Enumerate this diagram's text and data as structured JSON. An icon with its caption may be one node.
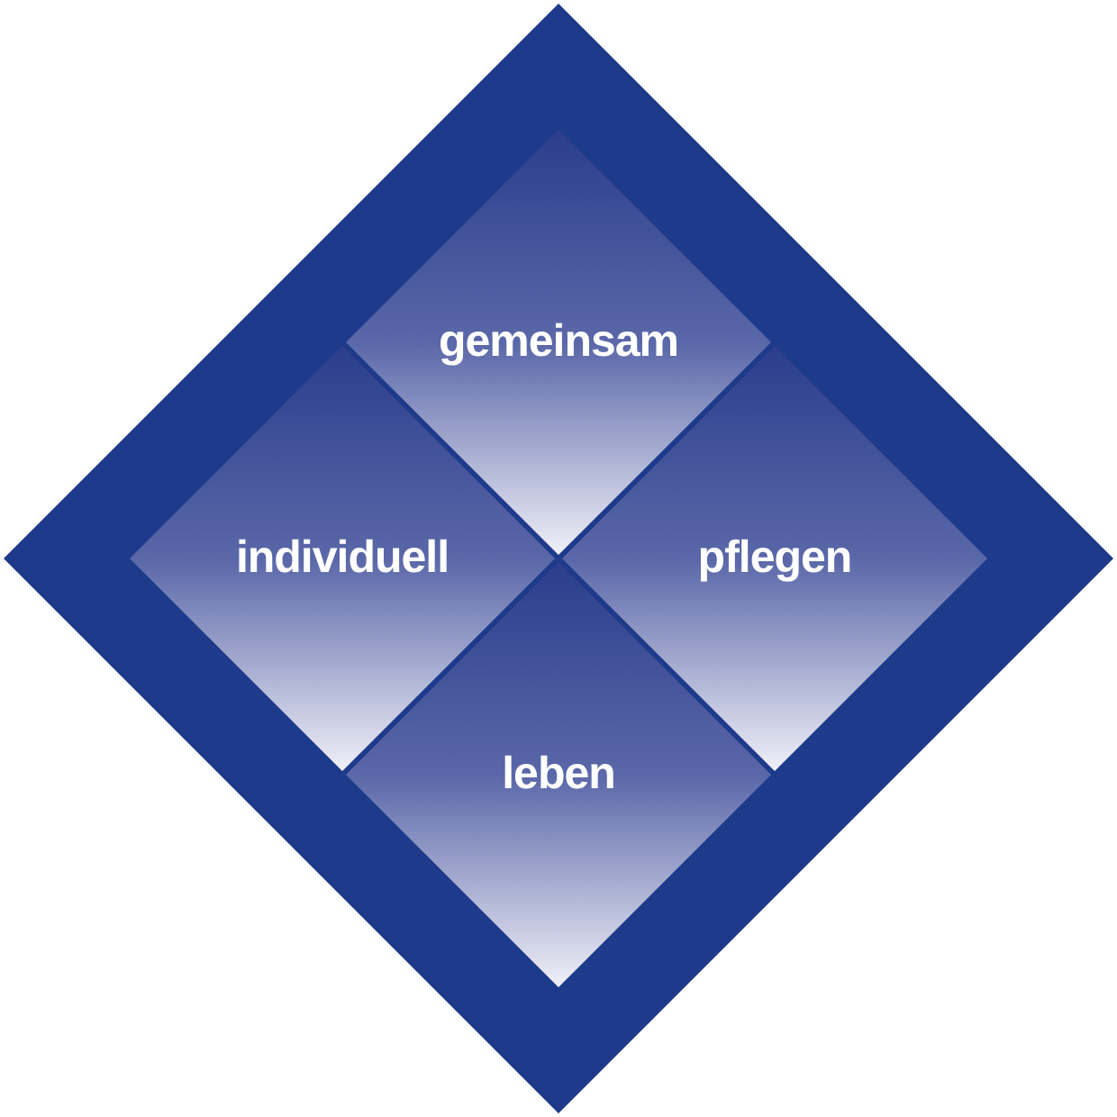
{
  "diagram": {
    "nodes": [
      {
        "text": [],
        "shape": "diamond"
      },
      {
        "text": [
          "gemeinsam"
        ],
        "in": 0
      },
      {
        "text": [
          "individuell"
        ],
        "in": 0
      },
      {
        "text": [
          "pflegen"
        ],
        "in": 0
      },
      {
        "text": [
          "leben"
        ],
        "in": 0
      }
    ]
  }
}
